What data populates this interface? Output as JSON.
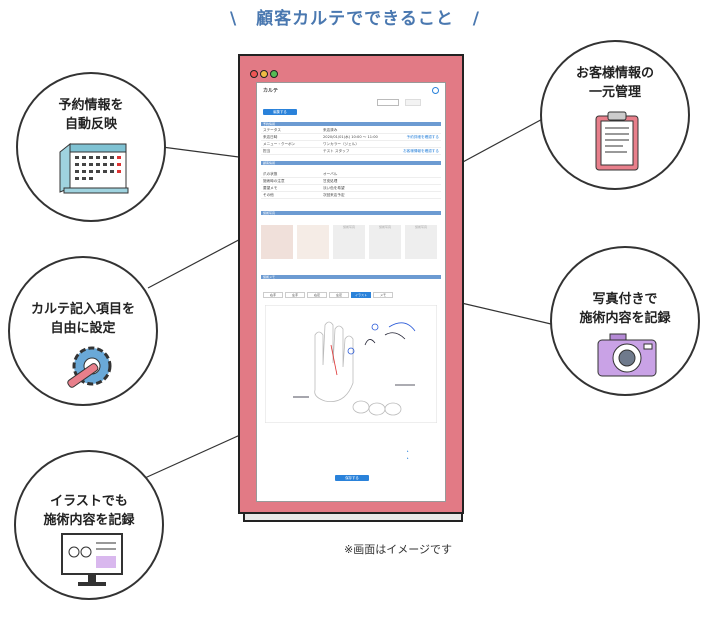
{
  "title": {
    "text": "顧客カルテでできること",
    "left_deco": "\\",
    "right_deco": "/"
  },
  "features": {
    "reserve": [
      "予約情報を",
      "自動反映"
    ],
    "customer": [
      "お客様情報の",
      "一元管理"
    ],
    "settings": [
      "カルテ記入項目を",
      "自由に設定"
    ],
    "photo": [
      "写真付きで",
      "施術内容を記録"
    ],
    "illust": [
      "イラストでも",
      "施術内容を記録"
    ]
  },
  "screen": {
    "header": "カルテ",
    "edit_button": "編集する",
    "sections": [
      "予約情報",
      "顧客情報",
      "施術写真",
      "施術メモ"
    ],
    "reserve_rows": [
      {
        "k": "ステータス",
        "v": "来店済み"
      },
      {
        "k": "来店日時",
        "v": "2020/01/01(水) 10:00 〜 11:00",
        "lk": "予約詳細を確認する"
      },
      {
        "k": "メニュー・クーポン",
        "v": "ワンカラー（ジェル）"
      },
      {
        "k": "担当",
        "v": "テスト スタッフ",
        "lk": "お客様情報を確認する"
      }
    ],
    "customer_rows": [
      {
        "k": "爪の状態",
        "v": "オーバル"
      },
      {
        "k": "施術時の注意",
        "v": "甘皮処理"
      },
      {
        "k": "要望メモ",
        "v": "淡い色を希望"
      },
      {
        "k": "その他",
        "v": "次回来店予定"
      }
    ],
    "photo_placeholder": "施術写真",
    "memo_tabs": [
      "右手",
      "左手",
      "右足",
      "左足",
      "イラスト",
      "メモ"
    ],
    "bottom_button": "保存する"
  },
  "caption": "※画面はイメージです"
}
